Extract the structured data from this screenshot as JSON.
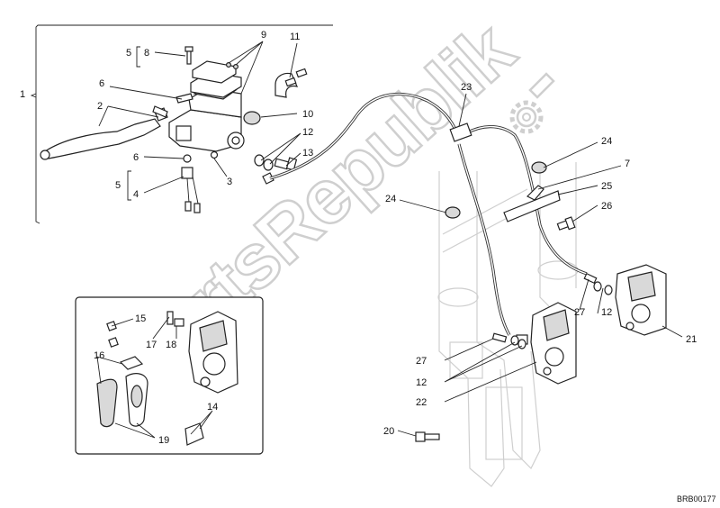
{
  "watermark": {
    "text": "PartsRepublik"
  },
  "reference_code": "BRB00177",
  "callouts": {
    "c1": "1",
    "c2": "2",
    "c3": "3",
    "c4": "4",
    "c5a": "5",
    "c5b": "5",
    "c6a": "6",
    "c6b": "6",
    "c7": "7",
    "c8": "8",
    "c9": "9",
    "c10": "10",
    "c11": "11",
    "c12a": "12",
    "c12b": "12",
    "c12c": "12",
    "c13": "13",
    "c14": "14",
    "c15": "15",
    "c16": "16",
    "c17": "17",
    "c18": "18",
    "c19": "19",
    "c20": "20",
    "c21": "21",
    "c22": "22",
    "c23": "23",
    "c24a": "24",
    "c24b": "24",
    "c25": "25",
    "c26": "26",
    "c27a": "27",
    "c27b": "27"
  },
  "icons": {
    "watermark_logo": "gear-icon"
  }
}
